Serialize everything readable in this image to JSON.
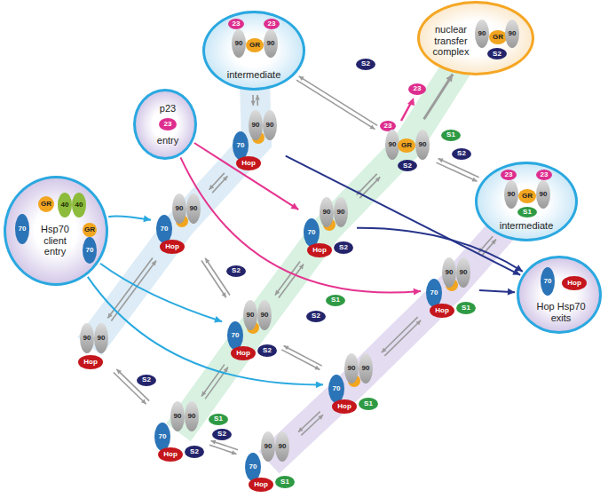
{
  "diagram": {
    "nodes": [
      {
        "text": [
          "intermediate",
          "23",
          "90",
          "GR",
          "90",
          "23"
        ]
      },
      {
        "text": [
          "nuclear transfer complex",
          "90",
          "GR",
          "90",
          "S2"
        ]
      },
      {
        "text": [
          "p23",
          "23",
          "entry"
        ]
      },
      {
        "text": [
          "90",
          "90",
          "70",
          "Hop"
        ]
      },
      {
        "text": [
          "23",
          "90",
          "GR",
          "90",
          "S2"
        ]
      },
      {
        "text": [
          "intermediate",
          "23",
          "90",
          "GR",
          "90",
          "23",
          "S1"
        ]
      },
      {
        "text": [
          "Hsp70 client entry",
          "GR",
          "40",
          "40",
          "70",
          "GR",
          "70"
        ]
      },
      {
        "text": [
          "90",
          "90",
          "70",
          "Hop"
        ]
      },
      {
        "text": [
          "90",
          "90",
          "70",
          "Hop",
          "S2"
        ]
      },
      {
        "text": [
          "90",
          "90",
          "70",
          "Hop",
          "S1"
        ]
      },
      {
        "text": [
          "70",
          "Hop",
          "Hop Hsp70 exits"
        ]
      },
      {
        "text": [
          "90",
          "90",
          "70",
          "Hop",
          "S2"
        ]
      },
      {
        "text": [
          "90",
          "90",
          "Hop"
        ]
      },
      {
        "text": [
          "90",
          "90",
          "70",
          "Hop",
          "S1"
        ]
      },
      {
        "text": [
          "90",
          "90",
          "70",
          "Hop",
          "S2"
        ]
      },
      {
        "text": [
          "90",
          "90",
          "70",
          "Hop",
          "S1"
        ]
      }
    ],
    "edges": [
      {
        "from": 12,
        "to": 7,
        "arrow": "both"
      },
      {
        "from": 7,
        "to": 3,
        "arrow": "both"
      },
      {
        "from": 3,
        "to": 0,
        "arrow": "both"
      },
      {
        "from": 14,
        "to": 11,
        "arrow": "both"
      },
      {
        "from": 11,
        "to": 8,
        "arrow": "both"
      },
      {
        "from": 8,
        "to": 4,
        "arrow": "both"
      },
      {
        "from": 4,
        "to": 1,
        "arrow": "to"
      },
      {
        "from": 15,
        "to": 13,
        "arrow": "both"
      },
      {
        "from": 13,
        "to": 9,
        "arrow": "both"
      },
      {
        "from": 9,
        "to": 5,
        "arrow": "both"
      },
      {
        "from": 12,
        "to": 14,
        "arrow": "both"
      },
      {
        "from": 14,
        "to": 15,
        "arrow": "both"
      },
      {
        "from": 7,
        "to": 11,
        "arrow": "both"
      },
      {
        "from": 11,
        "to": 13,
        "arrow": "both"
      },
      {
        "from": 0,
        "to": 4,
        "arrow": "both"
      },
      {
        "from": 4,
        "to": 5,
        "arrow": "both"
      },
      {
        "from": 6,
        "to": 7,
        "arrow": "to"
      },
      {
        "from": 6,
        "to": 11,
        "arrow": "to"
      },
      {
        "from": 6,
        "to": 13,
        "arrow": "to"
      },
      {
        "from": 2,
        "to": 8,
        "arrow": "to"
      },
      {
        "from": 2,
        "to": 9,
        "arrow": "to"
      },
      {
        "from": 3,
        "to": 10,
        "arrow": "to"
      },
      {
        "from": 8,
        "to": 10,
        "arrow": "to"
      },
      {
        "from": 9,
        "to": 10,
        "arrow": "to"
      }
    ],
    "labels": [
      "S2",
      "23",
      "S1",
      "S2",
      "S2",
      "S1",
      "S2",
      "S2",
      "S1",
      "S2"
    ]
  }
}
